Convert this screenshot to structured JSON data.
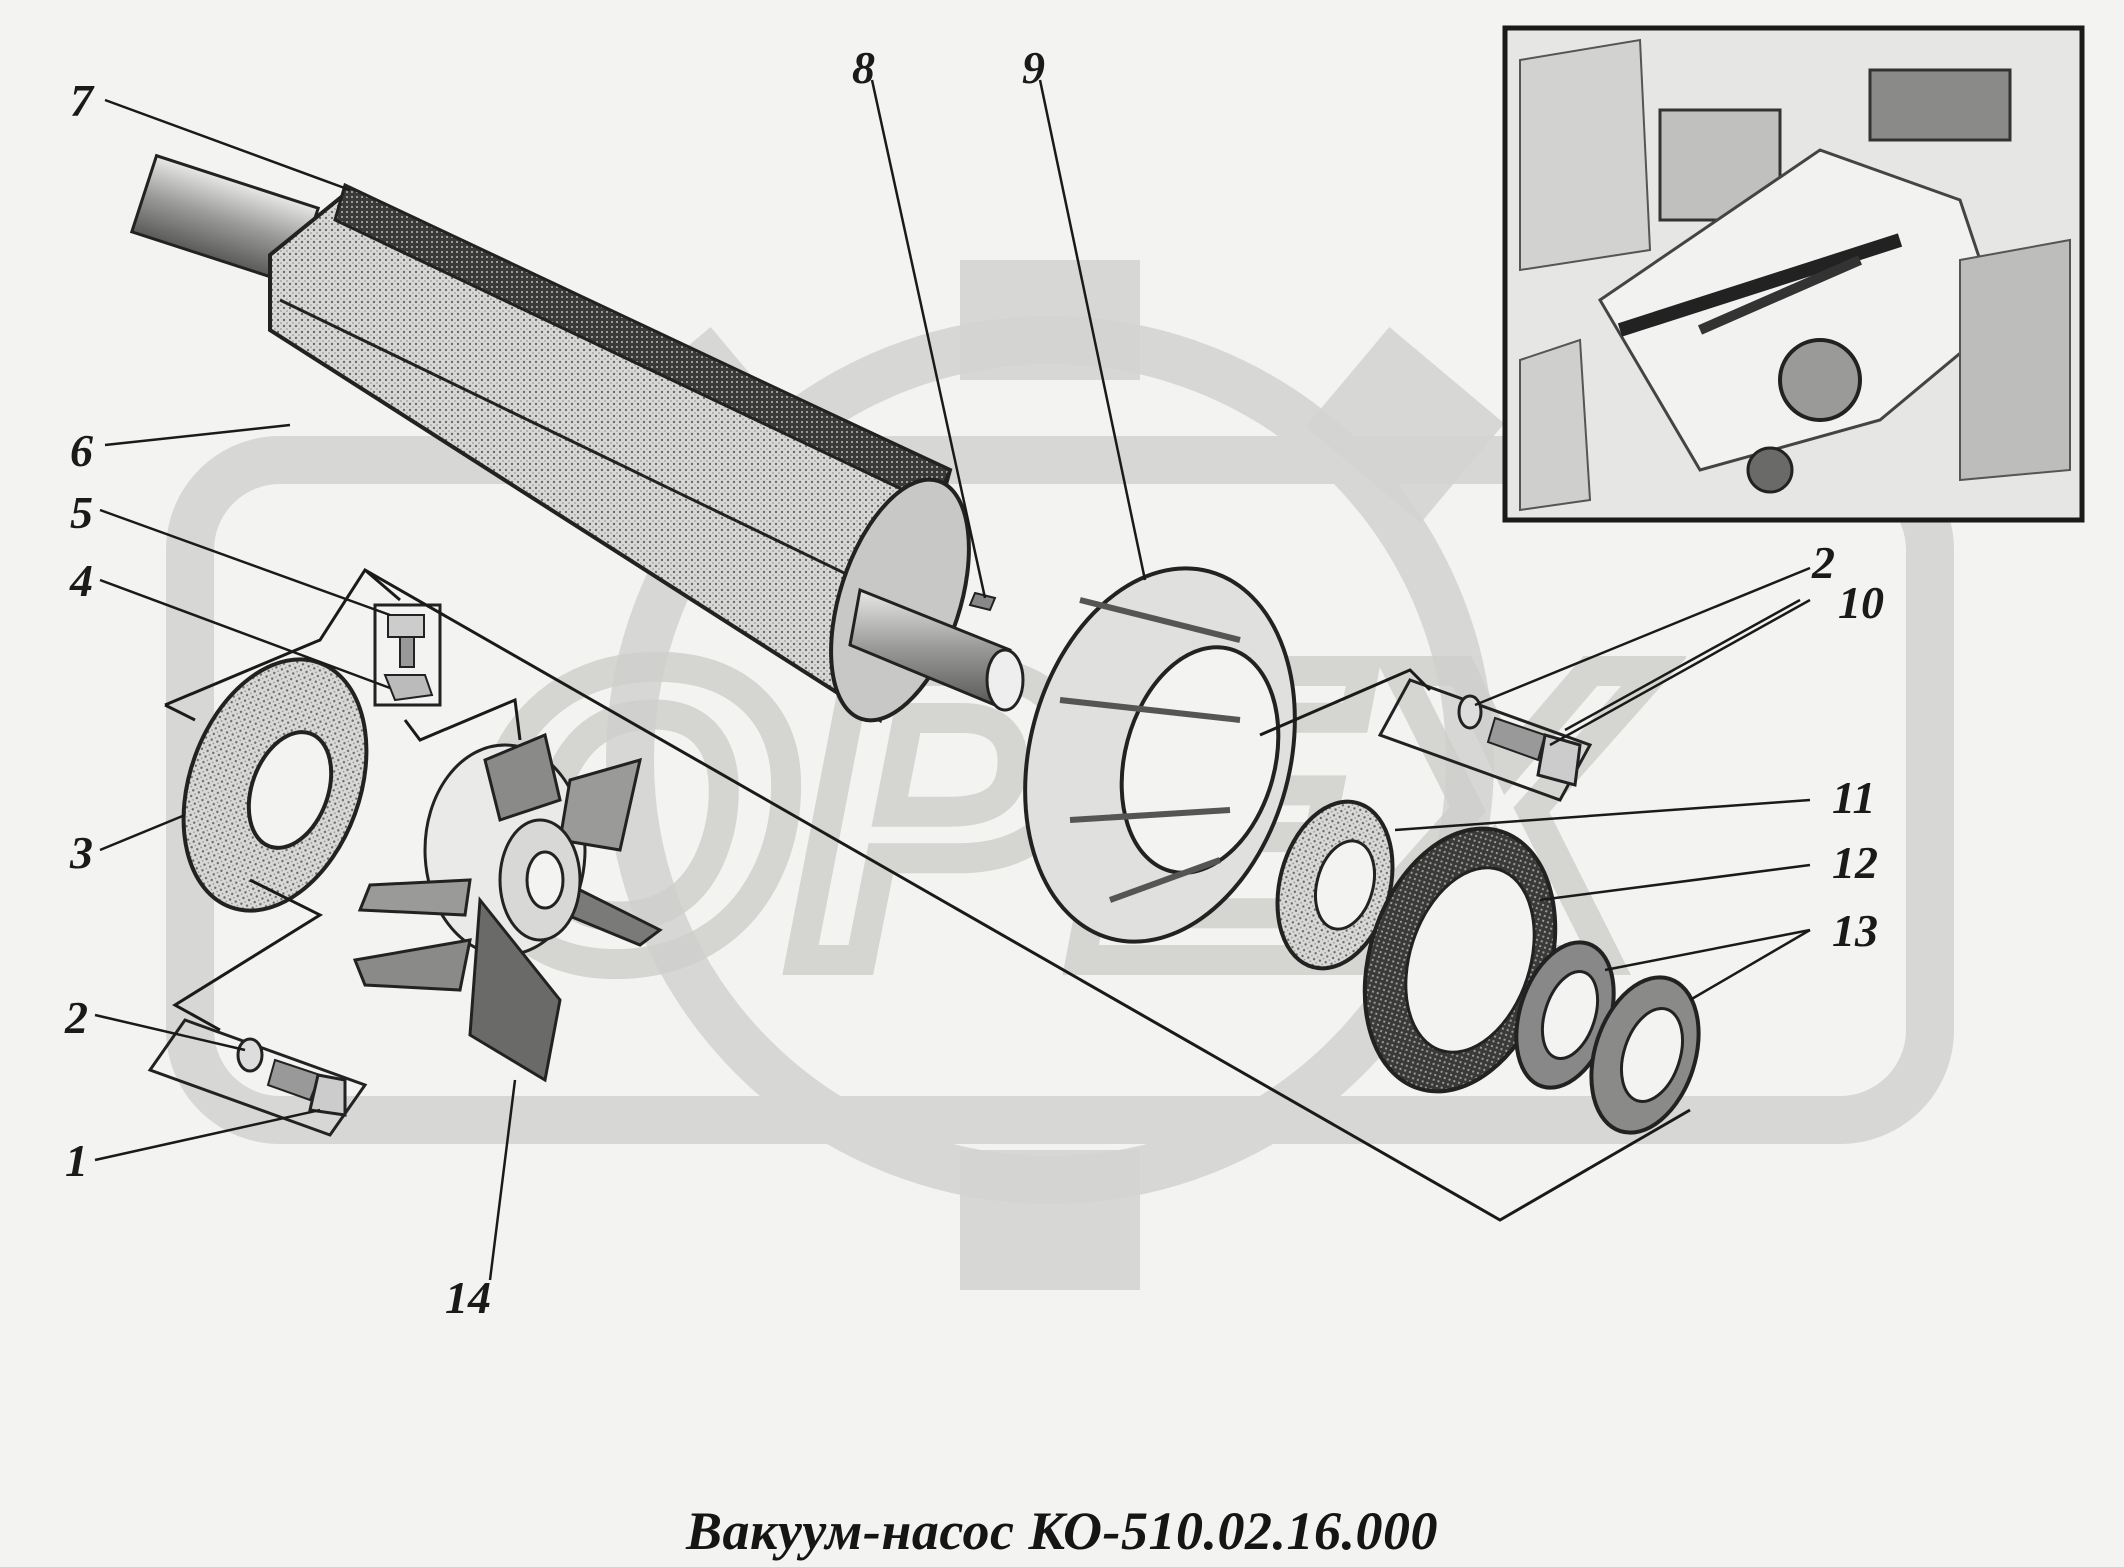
{
  "watermark": {
    "text": "ОРЕХ",
    "color": "#c9c9c7"
  },
  "callouts": [
    {
      "id": "7",
      "text": "7"
    },
    {
      "id": "8",
      "text": "8"
    },
    {
      "id": "9",
      "text": "9"
    },
    {
      "id": "6",
      "text": "6"
    },
    {
      "id": "5",
      "text": "5"
    },
    {
      "id": "4",
      "text": "4"
    },
    {
      "id": "3",
      "text": "3"
    },
    {
      "id": "2a",
      "text": "2"
    },
    {
      "id": "1",
      "text": "1"
    },
    {
      "id": "14",
      "text": "14"
    },
    {
      "id": "2b",
      "text": "2"
    },
    {
      "id": "10",
      "text": "10"
    },
    {
      "id": "11",
      "text": "11"
    },
    {
      "id": "12",
      "text": "12"
    },
    {
      "id": "13",
      "text": "13"
    }
  ],
  "caption": "Вакуум-насос КО-510.02.16.000",
  "colors": {
    "ink": "#1a1a1a",
    "paper": "#f3f3f1",
    "inset_bg": "#e6e6e4"
  }
}
